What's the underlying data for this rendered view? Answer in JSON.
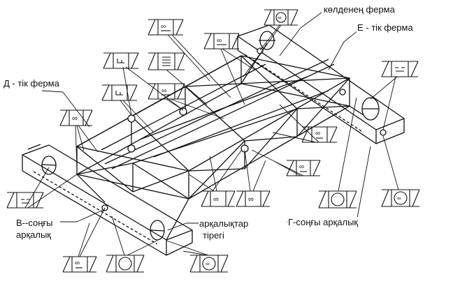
{
  "labels": {
    "crossbeam": "көлденең ферма",
    "e_truss": "Е  - тік ферма",
    "d_truss": "Д - тік ферма",
    "b_beam_line1": "В--соңғы",
    "b_beam_line2": "арқалық",
    "support_line1": "арқалықтар",
    "support_line2": "тірегі",
    "g_beam": "Г-соңғы арқалық"
  },
  "symbol_types": [
    "weld-double-arc",
    "weld-leg",
    "weld-hatched",
    "weld-circle",
    "weld-face"
  ]
}
